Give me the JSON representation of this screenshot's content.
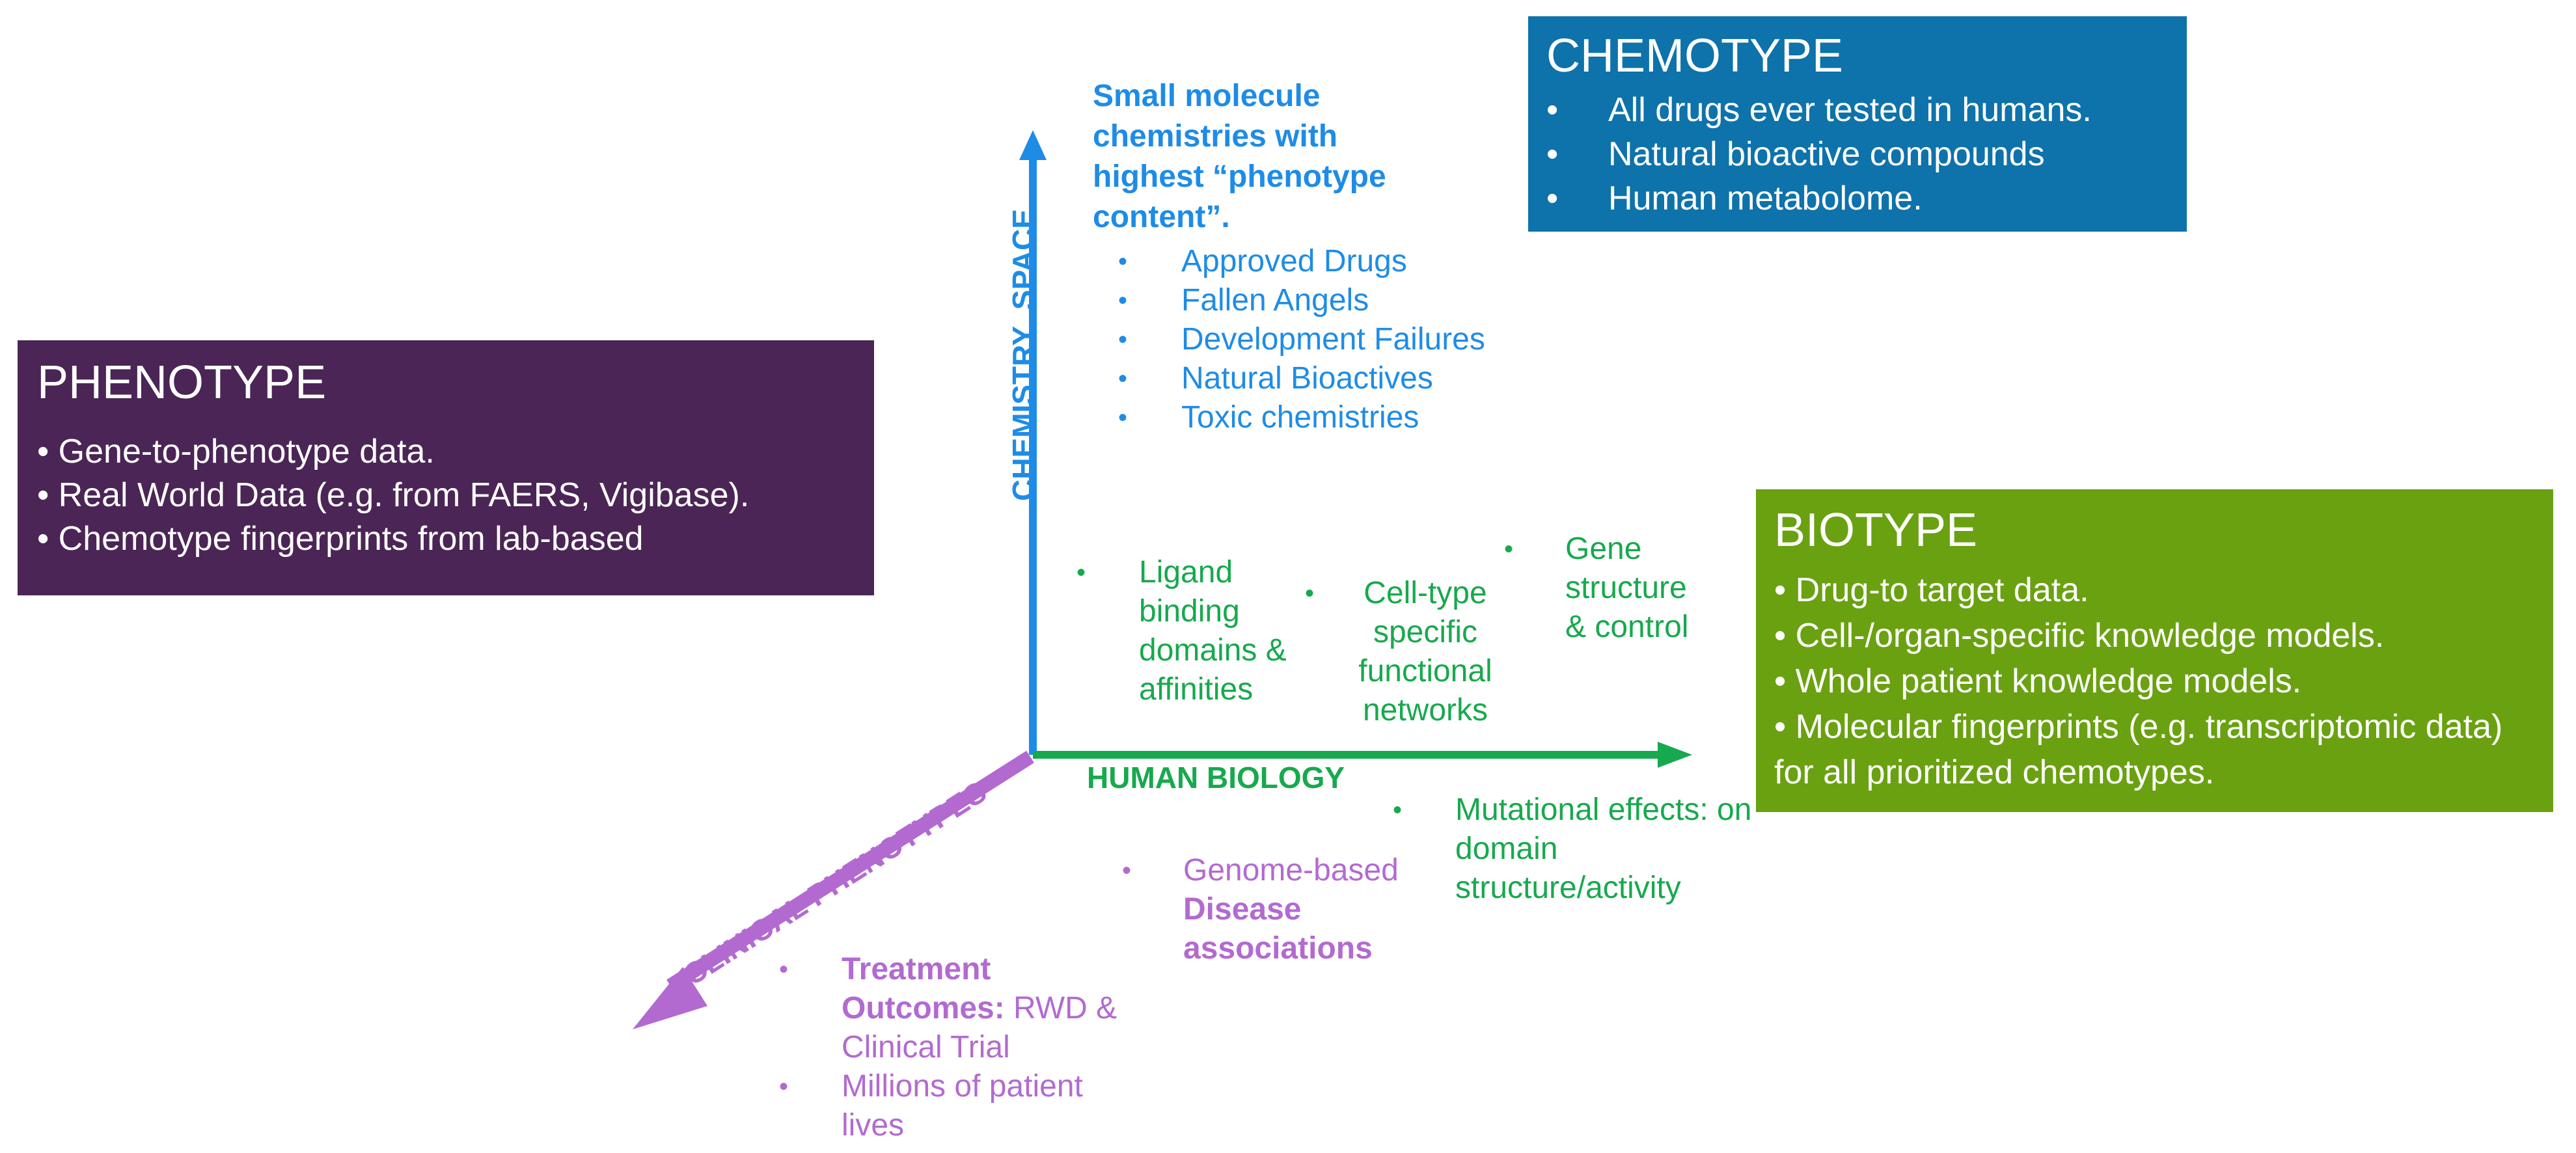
{
  "colors": {
    "phenotype_bg": "#4a2555",
    "chemotype_bg": "#0e72ab",
    "biotype_bg": "#6aa111",
    "chem_axis": "#1e8ce6",
    "bio_axis": "#17a94d",
    "clin_axis": "#b36ad0"
  },
  "phenotype": {
    "title": "PHENOTYPE",
    "items": [
      "Gene-to-phenotype data.",
      "Real World Data (e.g. from FAERS, Vigibase).",
      "Chemotype fingerprints from lab-based"
    ]
  },
  "chemotype": {
    "title": "CHEMOTYPE",
    "items": [
      "All drugs ever tested in humans.",
      "Natural bioactive compounds",
      "Human metabolome."
    ]
  },
  "biotype": {
    "title": "BIOTYPE",
    "items": [
      "Drug-to target data.",
      "Cell-/organ-specific knowledge models.",
      "Whole patient knowledge models.",
      "Molecular fingerprints (e.g. transcriptomic data) for all prioritized chemotypes."
    ]
  },
  "axes": {
    "chemistry": "CHEMISTRY  SPACE",
    "biology": "HUMAN BIOLOGY",
    "clinical": "CLINICAL PHENOTYPES"
  },
  "chemistry_space": {
    "heading": "Small molecule chemistries with highest “phenotype content”.",
    "items": [
      "Approved Drugs",
      "Fallen Angels",
      "Development Failures",
      "Natural Bioactives",
      "Toxic chemistries"
    ]
  },
  "human_biology": {
    "ligand": "Ligand binding domains & affinities",
    "celltype": "Cell-type specific functional networks",
    "gene": "Gene structure & control",
    "mutational": "Mutational effects: on domain structure/activity"
  },
  "clinical": {
    "genome_pre": "Genome-based ",
    "genome_bold": "Disease associations",
    "treatment_bold": "Treatment Outcomes:",
    "treatment_rest": " RWD & Clinical Trial",
    "millions": "Millions of patient lives"
  }
}
